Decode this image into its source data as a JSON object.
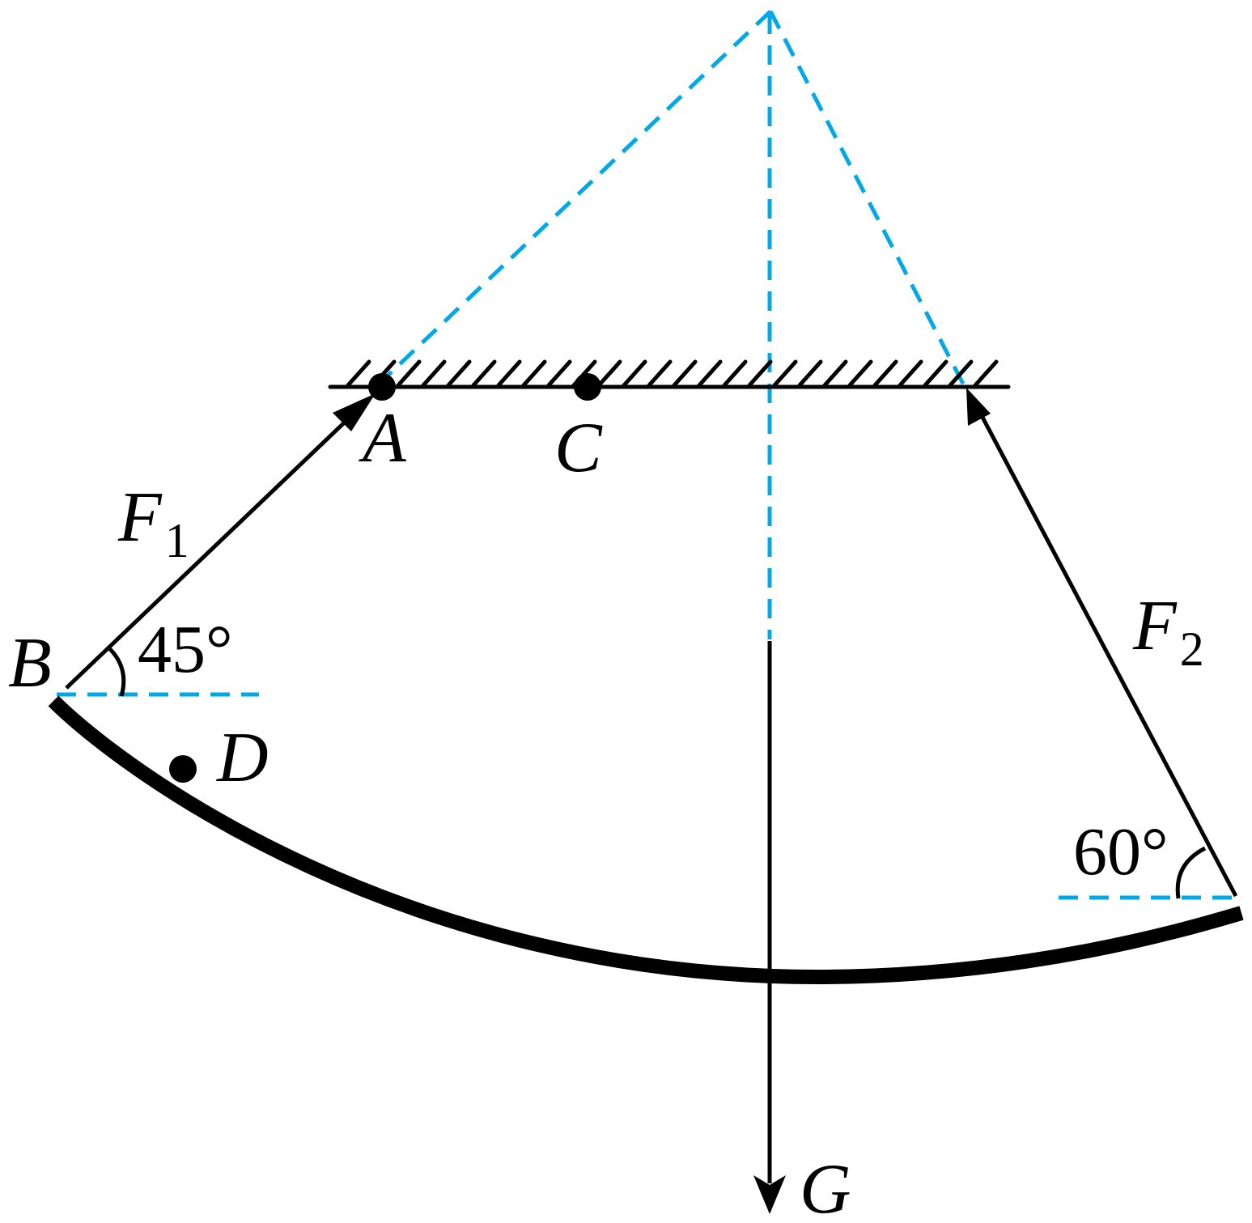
{
  "labels": {
    "A": "A",
    "B": "B",
    "C": "C",
    "D": "D",
    "G": "G",
    "F1_main": "F",
    "F1_sub": "1",
    "F2_main": "F",
    "F2_sub": "2"
  },
  "angles": {
    "left": "45°",
    "right": "60°"
  },
  "colors": {
    "construction_lines": "#00a8e8",
    "ink": "#000000"
  }
}
